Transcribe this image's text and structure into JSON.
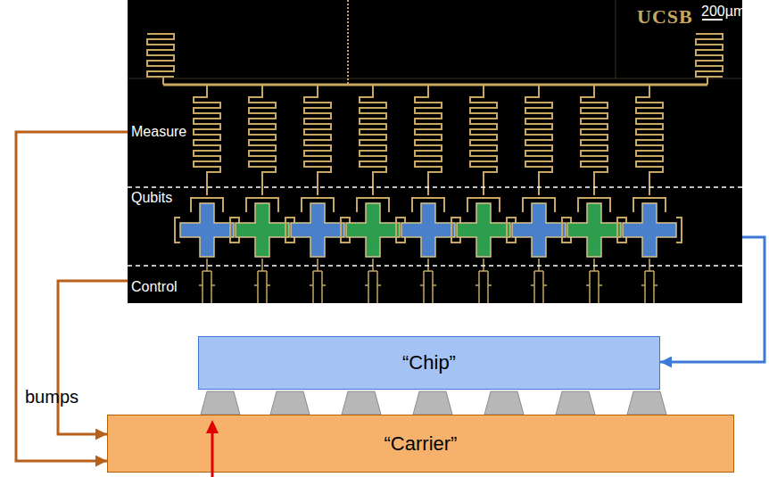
{
  "diagram": {
    "nodes": [
      {
        "text": [
          "Measure"
        ]
      },
      {
        "text": [
          "Qubits"
        ]
      },
      {
        "text": [
          "Control"
        ]
      },
      {
        "text": [
          "“Chip”"
        ]
      },
      {
        "text": [
          "“Carrier”"
        ]
      }
    ],
    "edges": [
      {
        "from": 0,
        "to": 4,
        "arrow": "to"
      },
      {
        "from": 2,
        "to": 4,
        "arrow": "to"
      },
      {
        "from": 1,
        "to": 3,
        "arrow": "to"
      }
    ],
    "labels": [
      "bumps",
      "UCSB",
      "200µm"
    ]
  }
}
